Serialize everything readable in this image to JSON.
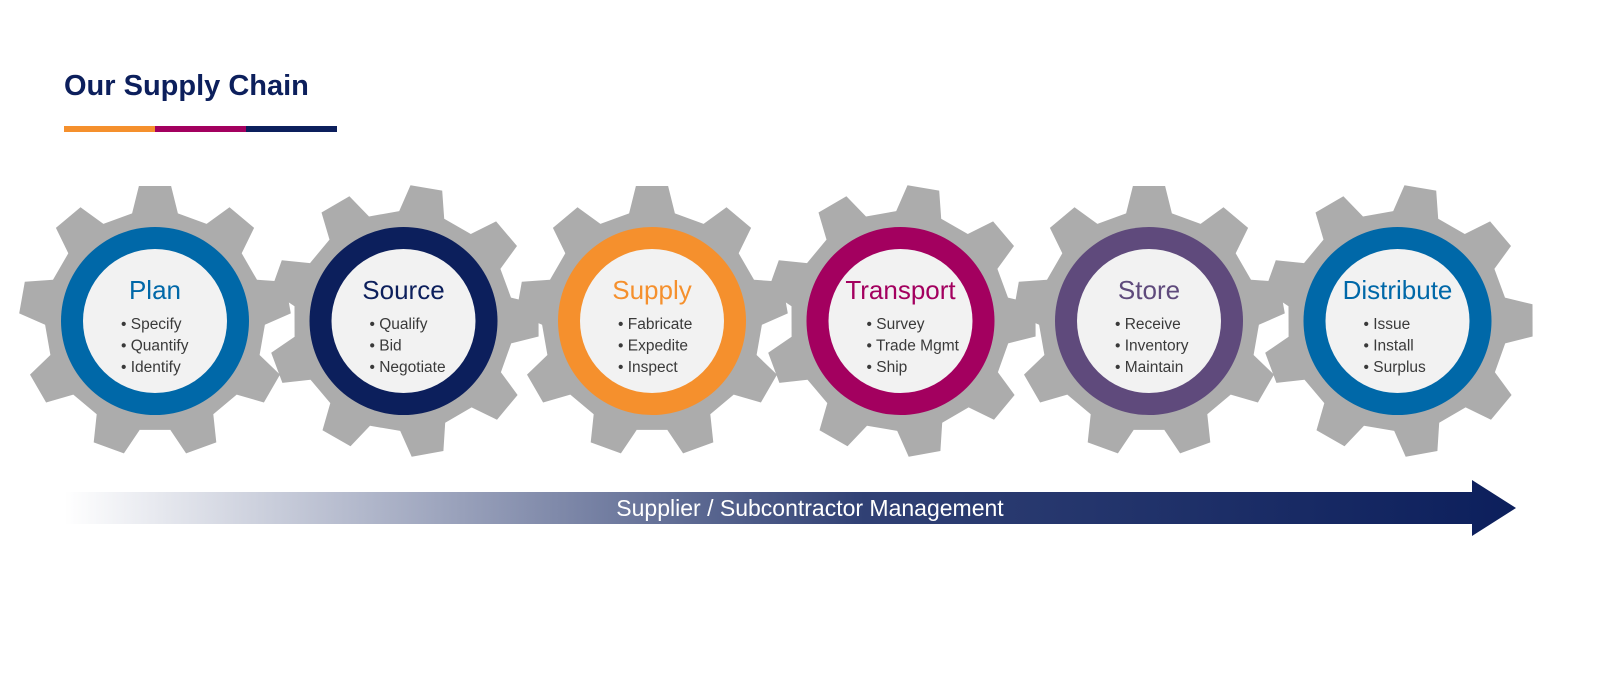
{
  "title": "Our Supply Chain",
  "title_rule_colors": [
    "#f5902d",
    "#a3005f",
    "#0c1f5c"
  ],
  "gear_color": "#acacac",
  "inner_face_color": "#f2f2f2",
  "stages": [
    {
      "title": "Plan",
      "color": "#0068a8",
      "items": [
        "Specify",
        "Quantify",
        "Identify"
      ]
    },
    {
      "title": "Source",
      "color": "#0c1f5c",
      "items": [
        "Qualify",
        "Bid",
        "Negotiate"
      ]
    },
    {
      "title": "Supply",
      "color": "#f5902d",
      "items": [
        "Fabricate",
        "Expedite",
        "Inspect"
      ]
    },
    {
      "title": "Transport",
      "color": "#a3005f",
      "items": [
        "Survey",
        "Trade Mgmt",
        "Ship"
      ]
    },
    {
      "title": "Store",
      "color": "#5f4a7c",
      "items": [
        "Receive",
        "Inventory",
        "Maintain"
      ]
    },
    {
      "title": "Distribute",
      "color": "#0068a8",
      "items": [
        "Issue",
        "Install",
        "Surplus"
      ]
    }
  ],
  "arrow": {
    "label": "Supplier / Subcontractor Management",
    "color": "#0c1f5c"
  }
}
